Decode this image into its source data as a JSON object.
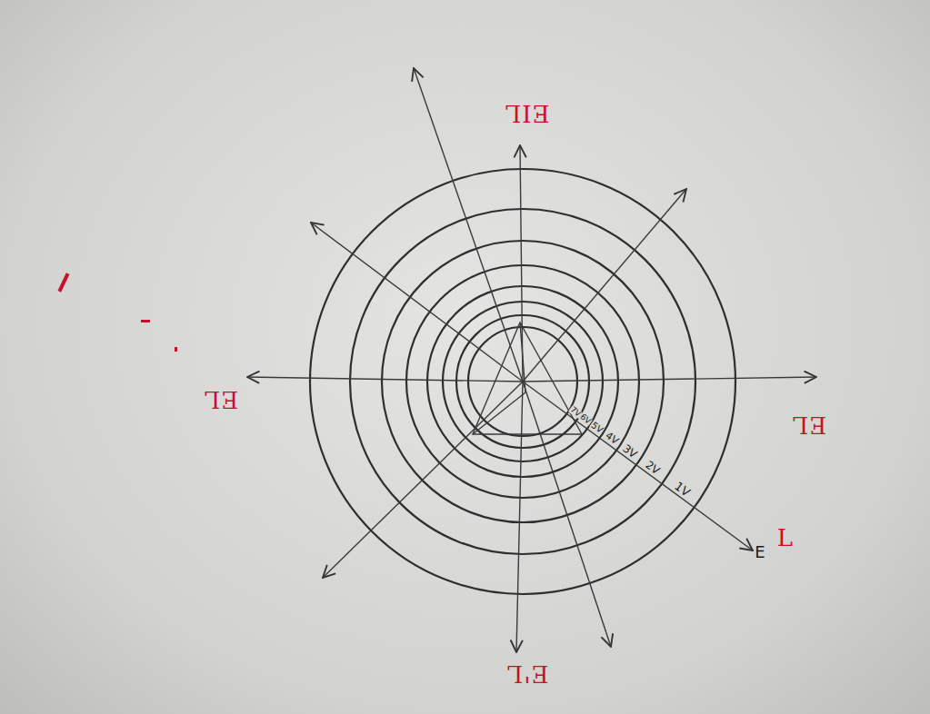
{
  "diagram": {
    "labels": [
      "EIL",
      "EL",
      "EL",
      "E'L",
      "E",
      "L",
      "1V",
      "2V",
      "3V",
      "4V",
      "5V",
      "6V",
      "7V"
    ]
  }
}
